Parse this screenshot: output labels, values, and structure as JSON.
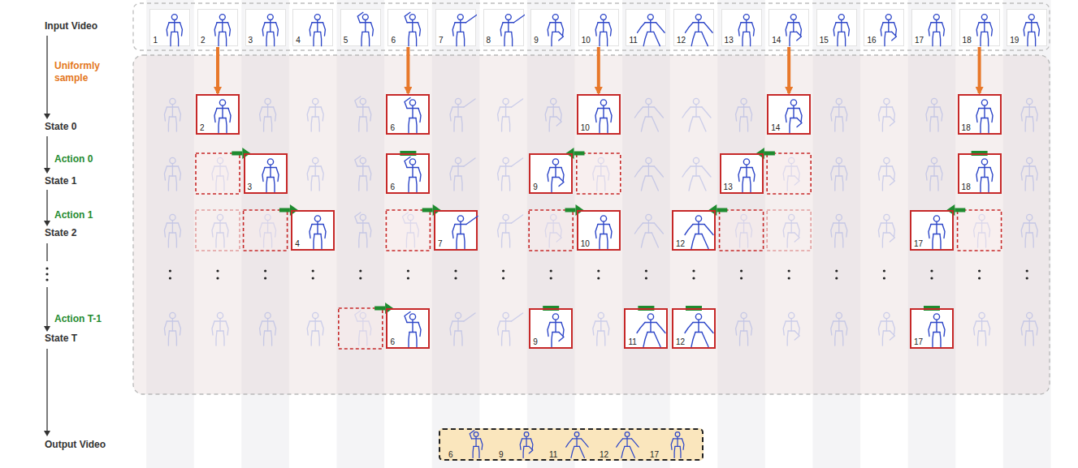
{
  "diagram": {
    "nodes": [
      {
        "text": [
          "1"
        ]
      },
      {
        "text": [
          "2"
        ]
      },
      {
        "text": [
          "3"
        ]
      },
      {
        "text": [
          "4"
        ]
      },
      {
        "text": [
          "5"
        ]
      },
      {
        "text": [
          "6"
        ]
      },
      {
        "text": [
          "7"
        ]
      },
      {
        "text": [
          "8"
        ]
      },
      {
        "text": [
          "9"
        ]
      },
      {
        "text": [
          "10"
        ]
      },
      {
        "text": [
          "11"
        ]
      },
      {
        "text": [
          "12"
        ]
      },
      {
        "text": [
          "13"
        ]
      },
      {
        "text": [
          "14"
        ]
      },
      {
        "text": [
          "15"
        ]
      },
      {
        "text": [
          "16"
        ]
      },
      {
        "text": [
          "17"
        ]
      },
      {
        "text": [
          "18"
        ]
      },
      {
        "text": [
          "19"
        ]
      },
      {
        "text": [
          "2"
        ]
      },
      {
        "text": [
          "6"
        ]
      },
      {
        "text": [
          "10"
        ]
      },
      {
        "text": [
          "14"
        ]
      },
      {
        "text": [
          "18"
        ]
      },
      {
        "text": [
          "3"
        ]
      },
      {
        "text": [
          "6"
        ]
      },
      {
        "text": [
          "9"
        ]
      },
      {
        "text": [
          "13"
        ]
      },
      {
        "text": [
          "18"
        ]
      },
      {
        "text": [
          "4"
        ]
      },
      {
        "text": [
          "7"
        ]
      },
      {
        "text": [
          "10"
        ]
      },
      {
        "text": [
          "12"
        ]
      },
      {
        "text": [
          "17"
        ]
      },
      {
        "text": [
          "6"
        ]
      },
      {
        "text": [
          "9"
        ]
      },
      {
        "text": [
          "11"
        ]
      },
      {
        "text": [
          "12"
        ]
      },
      {
        "text": [
          "17"
        ]
      },
      {
        "text": [
          "6",
          "9",
          "11",
          "12",
          "17"
        ]
      }
    ],
    "edges": [
      {
        "from": 1,
        "to": 19,
        "arrow": "to"
      },
      {
        "from": 5,
        "to": 20,
        "arrow": "to"
      },
      {
        "from": 9,
        "to": 21,
        "arrow": "to"
      },
      {
        "from": 13,
        "to": 22,
        "arrow": "to"
      },
      {
        "from": 17,
        "to": 23,
        "arrow": "to"
      }
    ],
    "labels": [
      "Input Video",
      "Uniformly sample",
      "State 0",
      "Action 0",
      "State 1",
      "Action 1",
      "State 2",
      "Action T-1",
      "State T",
      "Output Video"
    ]
  }
}
